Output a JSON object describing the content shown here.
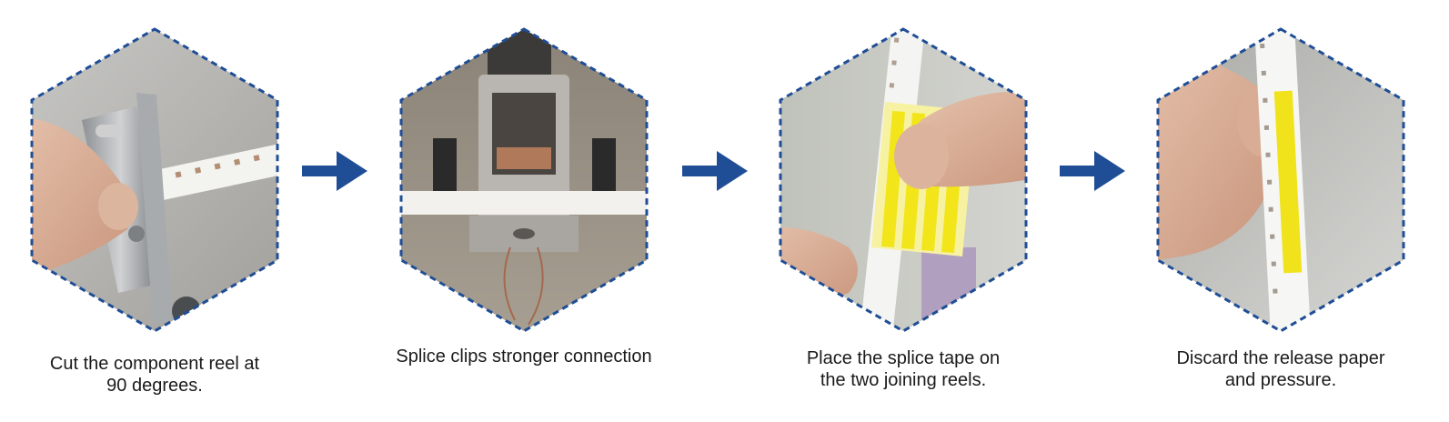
{
  "steps": [
    {
      "id": "cut",
      "caption_lines": [
        "Cut the component reel at",
        "90 degrees."
      ]
    },
    {
      "id": "splice-clip",
      "caption_lines": [
        "Splice clips stronger connection"
      ]
    },
    {
      "id": "splice-tape",
      "caption_lines": [
        "Place the splice tape on",
        "the two joining reels."
      ]
    },
    {
      "id": "discard",
      "caption_lines": [
        "Discard the release paper",
        "and pressure."
      ]
    }
  ],
  "colors": {
    "hex_border": "#1f4e96",
    "arrow": "#1f4e96",
    "caption_text": "#1a1a1a"
  }
}
